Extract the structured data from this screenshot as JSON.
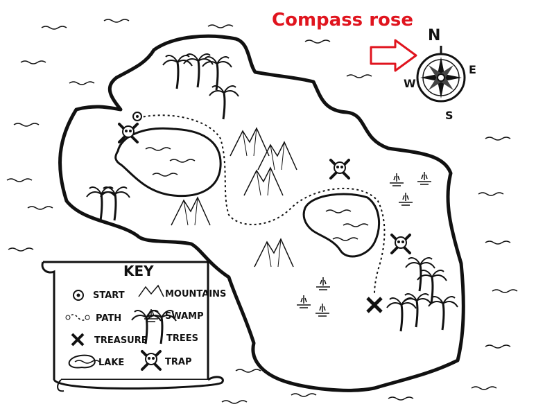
{
  "annotation": {
    "label": "Compass rose",
    "color": "#e0141e"
  },
  "compass": {
    "north": "N",
    "east": "E",
    "south": "S",
    "west": "W"
  },
  "key": {
    "title": "KEY",
    "items": [
      {
        "icon": "start-icon",
        "label": "START"
      },
      {
        "icon": "path-icon",
        "label": "PATH"
      },
      {
        "icon": "treasure-icon",
        "label": "TREASURE"
      },
      {
        "icon": "lake-icon",
        "label": "LAKE"
      },
      {
        "icon": "mountains-icon",
        "label": "MOUNTAINS"
      },
      {
        "icon": "swamp-icon",
        "label": "SWAMP"
      },
      {
        "icon": "trees-icon",
        "label": "TREES"
      },
      {
        "icon": "trap-icon",
        "label": "TRAP"
      }
    ]
  }
}
